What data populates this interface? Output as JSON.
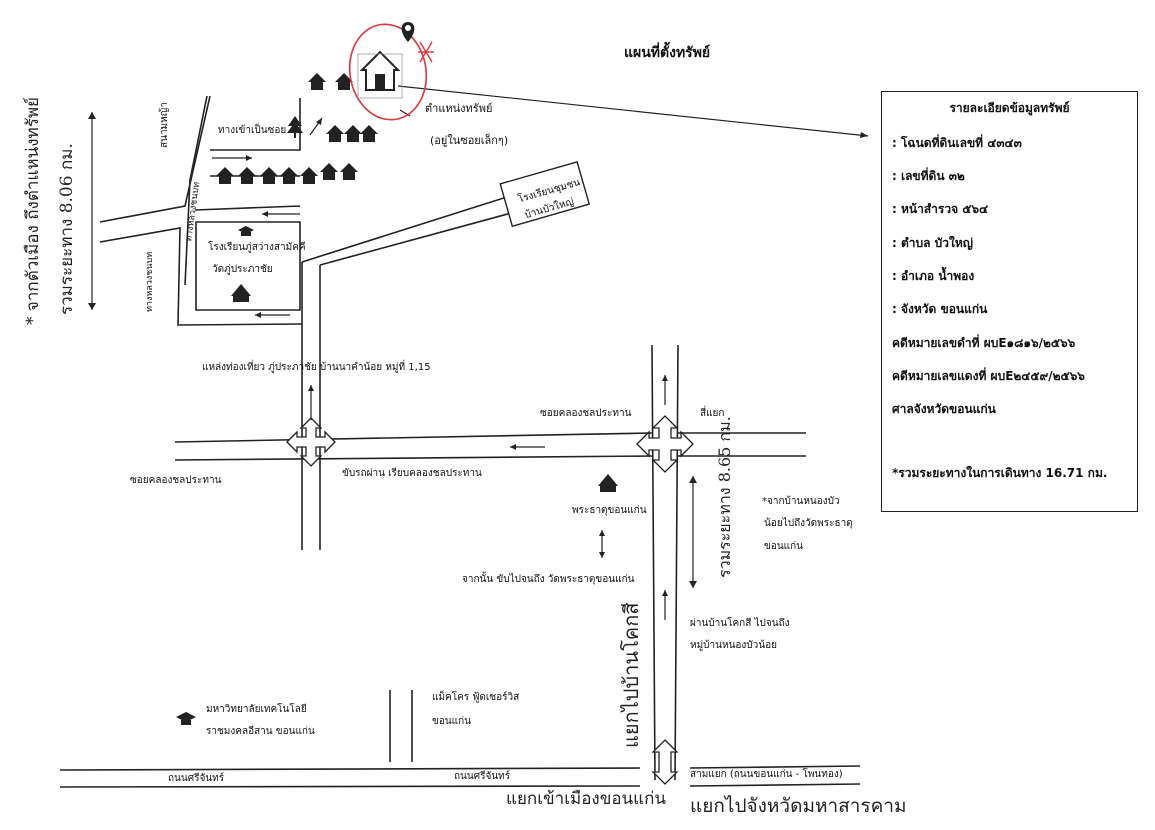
{
  "map_title": "แผนที่ตั้งทรัพย์",
  "property": {
    "label": "ตำแหน่งทรัพย์",
    "sublabel": "(อยู่ในซอยเล็กๆ)"
  },
  "info_box": {
    "title": "รายละเอียดข้อมูลทรัพย์",
    "rows": [
      ": โฉนดที่ดินเลขที่ ๔๓๔๓",
      ": เลขที่ดิน ๓๒",
      ": หน้าสำรวจ ๕๖๔",
      ": ตำบล บัวใหญ่",
      ": อำเภอ น้ำพอง",
      ": จังหวัด ขอนแก่น",
      "คดีหมายเลขดำที่ ผบE๑๘๑๖/๒๕๖๖",
      "คดีหมายเลขแดงที่ ผบE๒๔๕๙/๒๕๖๖",
      "ศาลจังหวัดขอนแก่น"
    ],
    "total_distance": "*รวมระยะทางในการเดินทาง 16.71 กม."
  },
  "labels": {
    "alley_entrance": "ทางเข้าเป็นซอย",
    "field": "สนามหญ้า",
    "village_road": "ทางหลวงชนบท",
    "village_road2": "ทางหลวงชนบท",
    "community_school_1": "โรงเรียนชุมชน",
    "community_school_2": "บ้านบัวใหญ่",
    "school_1": "โรงเรียนภู่สว่างสามัคคี",
    "temple_1": "วัดภู่ประภาชัย",
    "tourist_spot": "แหล่งท่องเที่ยว ภู่ประภาชัย บ้านนาคำน้อย หมู่ที่ 1,15",
    "canal_road_top": "ซอยคลองชลประทาน",
    "four_way": "สี่แยก",
    "canal_road_left": "ซอยคลองชลประทาน",
    "drive_along_canal": "ขับรถผ่าน เรียบคลองชลประทาน",
    "phra_that": "พระธาตุขอนแก่น",
    "from_there": "จากนั้น ขับไปจนถึง วัดพระธาตุขอนแก่น",
    "from_nongbua_1": "*จากบ้านหนองบัว",
    "from_nongbua_2": "น้อยไปถึงวัดพระธาตุ",
    "from_nongbua_3": "ขอนแก่น",
    "pass_khoksi_1": "ผ่านบ้านโคกสี ไปจนถึง",
    "pass_khoksi_2": "หมู่บ้านหนองบัวน้อย",
    "makro_1": "แม็คโคร ฟู้ดเซอร์วิส",
    "makro_2": "ขอนแก่น",
    "university_1": "มหาวิทยาลัยเทคโนโลยี",
    "university_2": "ราชมงคลอีสาน ขอนแก่น",
    "road_srichan_left": "ถนนศรีจันทร์",
    "road_srichan_mid": "ถนนศรีจันทร์",
    "t_junction": "สามแยก (ถนนขอนแก่น - โพนทอง)"
  },
  "handwriting": {
    "left_vertical_1": "* จากตัวเมือง ถึงตำแหน่งทรัพย์",
    "left_vertical_2": "รวมระยะทาง 8.06 กม.",
    "right_vertical": "รวมระยะทาง 8.65 กม.",
    "khoksi_vertical": "แยกไปบ้านโคกสี",
    "bottom_left": "แยกเข้าเมืองขอนแก่น",
    "bottom_right": "แยกไปจังหวัดมหาสารคาม"
  },
  "colors": {
    "ink": "#222222",
    "circle": "#d9363e"
  }
}
